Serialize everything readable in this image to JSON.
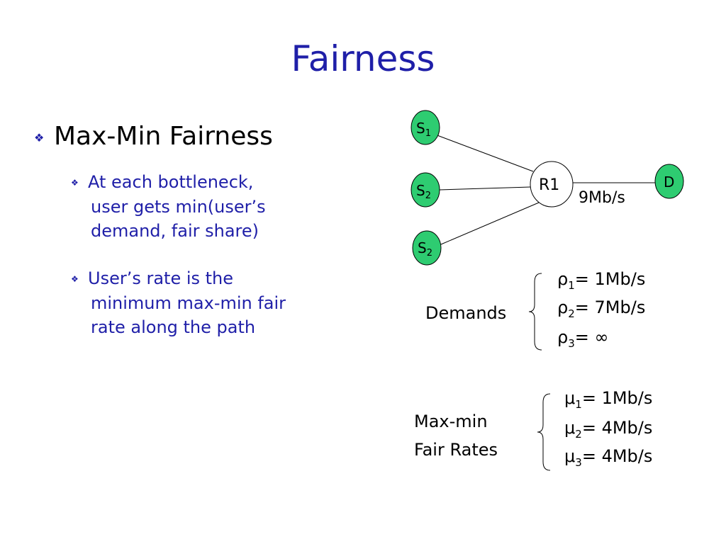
{
  "slide": {
    "title": "Fairness",
    "bullet": "Max-Min Fairness",
    "sub1_lines": [
      "At each bottleneck,",
      "user gets min(user’s",
      "demand, fair share)"
    ],
    "sub2_lines": [
      "User’s rate is the",
      "minimum max-min fair",
      "rate along the path"
    ]
  },
  "diagram": {
    "nodes": {
      "s1": {
        "base": "S",
        "sub": "1"
      },
      "s2": {
        "base": "S",
        "sub": "2"
      },
      "s3": {
        "base": "S",
        "sub": "2"
      },
      "r1": "R1",
      "d": "D"
    },
    "link_label": "9Mb/s",
    "node_color": "#2ecc71"
  },
  "demands": {
    "label": "Demands",
    "items": [
      {
        "sym": "ρ",
        "sub": "1",
        "val": "= 1Mb/s"
      },
      {
        "sym": "ρ",
        "sub": "2",
        "val": "= 7Mb/s"
      },
      {
        "sym": "ρ",
        "sub": "3",
        "val": "= ∞"
      }
    ]
  },
  "rates": {
    "label_lines": [
      "Max-min",
      "Fair Rates"
    ],
    "items": [
      {
        "sym": "μ",
        "sub": "1",
        "val": "= 1Mb/s"
      },
      {
        "sym": "μ",
        "sub": "2",
        "val": "= 4Mb/s"
      },
      {
        "sym": "μ",
        "sub": "3",
        "val": "= 4Mb/s"
      }
    ]
  }
}
